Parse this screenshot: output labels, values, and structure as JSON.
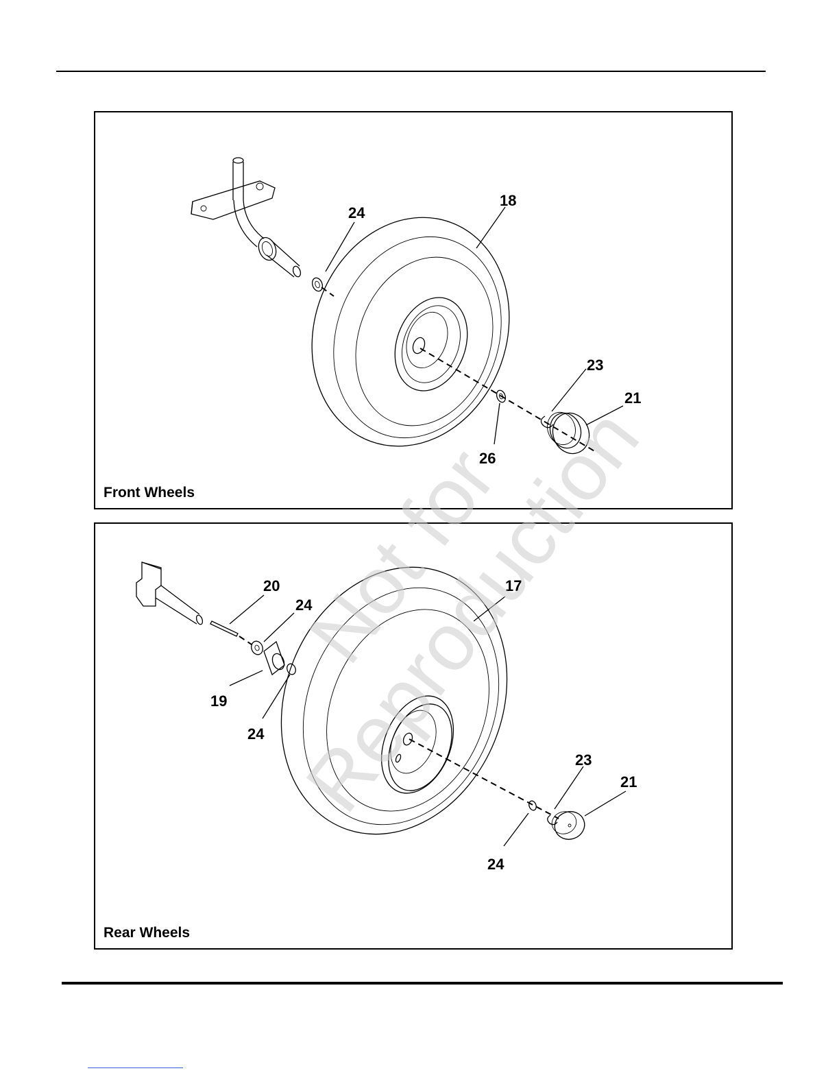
{
  "front_panel": {
    "title": "Front Wheels",
    "callouts": [
      "24",
      "18",
      "23",
      "21",
      "26"
    ]
  },
  "rear_panel": {
    "title": "Rear Wheels",
    "callouts": [
      "20",
      "24",
      "17",
      "19",
      "24",
      "23",
      "21",
      "24"
    ]
  },
  "watermark": {
    "line1": "Not for",
    "line2": "Reproduction"
  }
}
